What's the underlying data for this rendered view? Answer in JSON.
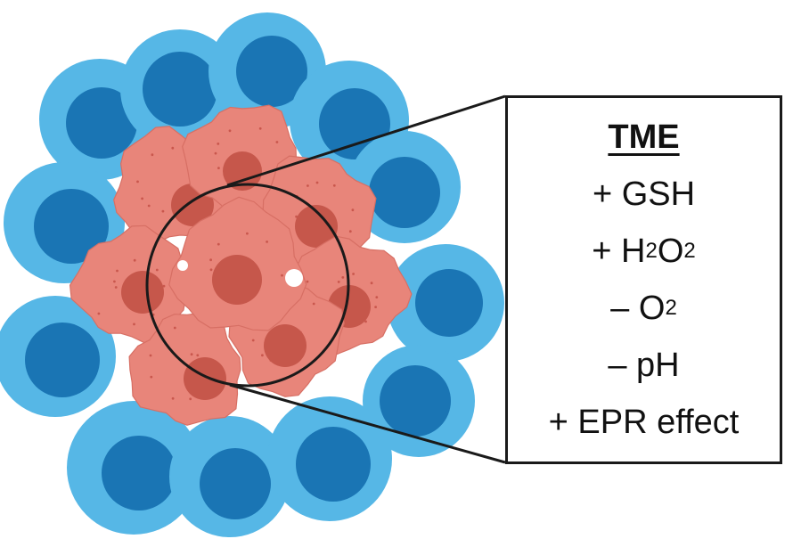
{
  "box": {
    "title": "TME",
    "lines": [
      {
        "prefix": "+ ",
        "parts": [
          {
            "text": "GSH"
          }
        ]
      },
      {
        "prefix": "+ ",
        "parts": [
          {
            "text": "H"
          },
          {
            "text": "2",
            "sub": true
          },
          {
            "text": "O"
          },
          {
            "text": "2",
            "sub": true
          }
        ]
      },
      {
        "prefix": "– ",
        "parts": [
          {
            "text": "O"
          },
          {
            "text": "2",
            "sub": true
          }
        ]
      },
      {
        "prefix": "– ",
        "parts": [
          {
            "text": "pH"
          }
        ]
      },
      {
        "prefix": "+ ",
        "parts": [
          {
            "text": "EPR effect"
          }
        ]
      }
    ]
  },
  "colors": {
    "normal_cell_outer": "#56b7e6",
    "normal_cell_nucleus": "#1a75b4",
    "tumor_cell": "#e8857a",
    "tumor_dots": "#c9574d",
    "tumor_nucleus": "#c6574b",
    "outline": "#1a1a1a"
  }
}
